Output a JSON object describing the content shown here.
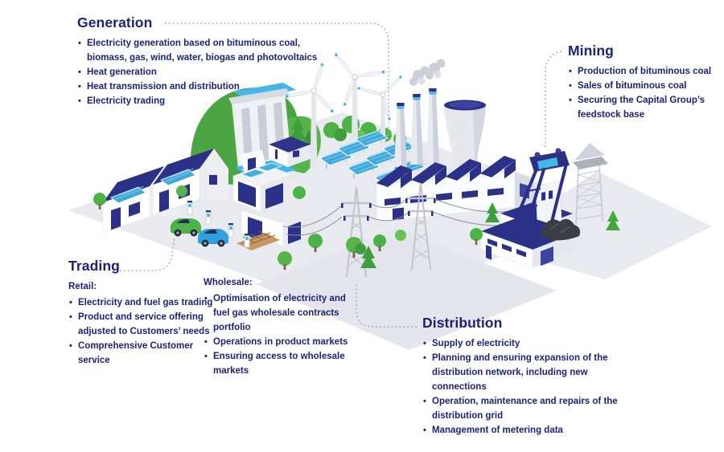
{
  "sections": {
    "generation": {
      "title": "Generation",
      "bullets": [
        "Electricity generation based on bituminous coal, biomass, gas, wind, water, biogas and photovoltaics",
        "Heat generation",
        "Heat transmission and distribution",
        "Electricity trading"
      ]
    },
    "mining": {
      "title": "Mining",
      "bullets": [
        "Production of bituminous coal",
        "Sales of bituminous coal",
        "Securing the Capital Group’s feedstock base"
      ]
    },
    "trading": {
      "title": "Trading",
      "retail_label": "Retail:",
      "retail_bullets": [
        "Electricity and fuel gas trading",
        "Product and service offering adjusted to Customers’ needs",
        "Comprehensive Customer service"
      ],
      "wholesale_label": "Wholesale:",
      "wholesale_bullets": [
        "Optimisation of electricity and fuel gas wholesale contracts portfolio",
        "Operations in product markets",
        "Ensuring access to wholesale markets"
      ]
    },
    "distribution": {
      "title": "Distribution",
      "bullets": [
        "Supply of electricity",
        "Planning and ensuring expansion of the distribution network, including new connections",
        "Operation, maintenance and repairs of the distribution grid",
        "Management of metering data"
      ]
    }
  },
  "colors": {
    "heading_text": "#1e2276",
    "body_text": "#1e2276",
    "navy_buildings": "#2b3186",
    "solar_blue": "#45aede",
    "water_blue": "#45b6e8",
    "greenery": "#55b348",
    "ground_gray": "#e9eaef",
    "connector_dots": "#98a0b2"
  },
  "illustration": {
    "elements": [
      "hydroelectric-dam",
      "wind-turbines",
      "solar-panel-array",
      "coal-power-plant",
      "cooling-tower",
      "smoke",
      "residential-houses",
      "rooftop-solar",
      "electric-cars",
      "ev-chargers",
      "transmission-towers",
      "power-lines",
      "mine-headframe",
      "mine-lattice-tower",
      "mine-buildings",
      "coal-pile",
      "trees"
    ]
  }
}
